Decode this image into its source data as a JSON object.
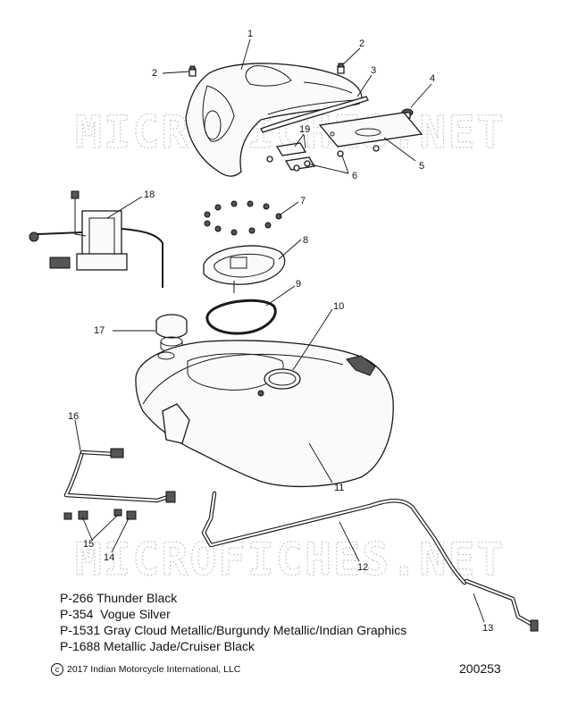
{
  "watermark": "MICROFICHES.NET",
  "callouts": {
    "c1": "1",
    "c2a": "2",
    "c2b": "2",
    "c3": "3",
    "c4": "4",
    "c5": "5",
    "c6": "6",
    "c7": "7",
    "c8": "8",
    "c9": "9",
    "c10": "10",
    "c11": "11",
    "c12": "12",
    "c13": "13",
    "c14": "14",
    "c15": "15",
    "c16": "16",
    "c17": "17",
    "c18": "18",
    "c19": "19"
  },
  "legend": [
    "P-266 Thunder Black",
    "P-354  Vogue Silver",
    "P-1531 Gray Cloud Metallic/Burgundy Metallic/Indian Graphics",
    "P-1688 Metallic Jade/Cruiser Black"
  ],
  "copyright": {
    "symbol": "c",
    "text": "2017 Indian Motorcycle International, LLC"
  },
  "document_number": "200253"
}
